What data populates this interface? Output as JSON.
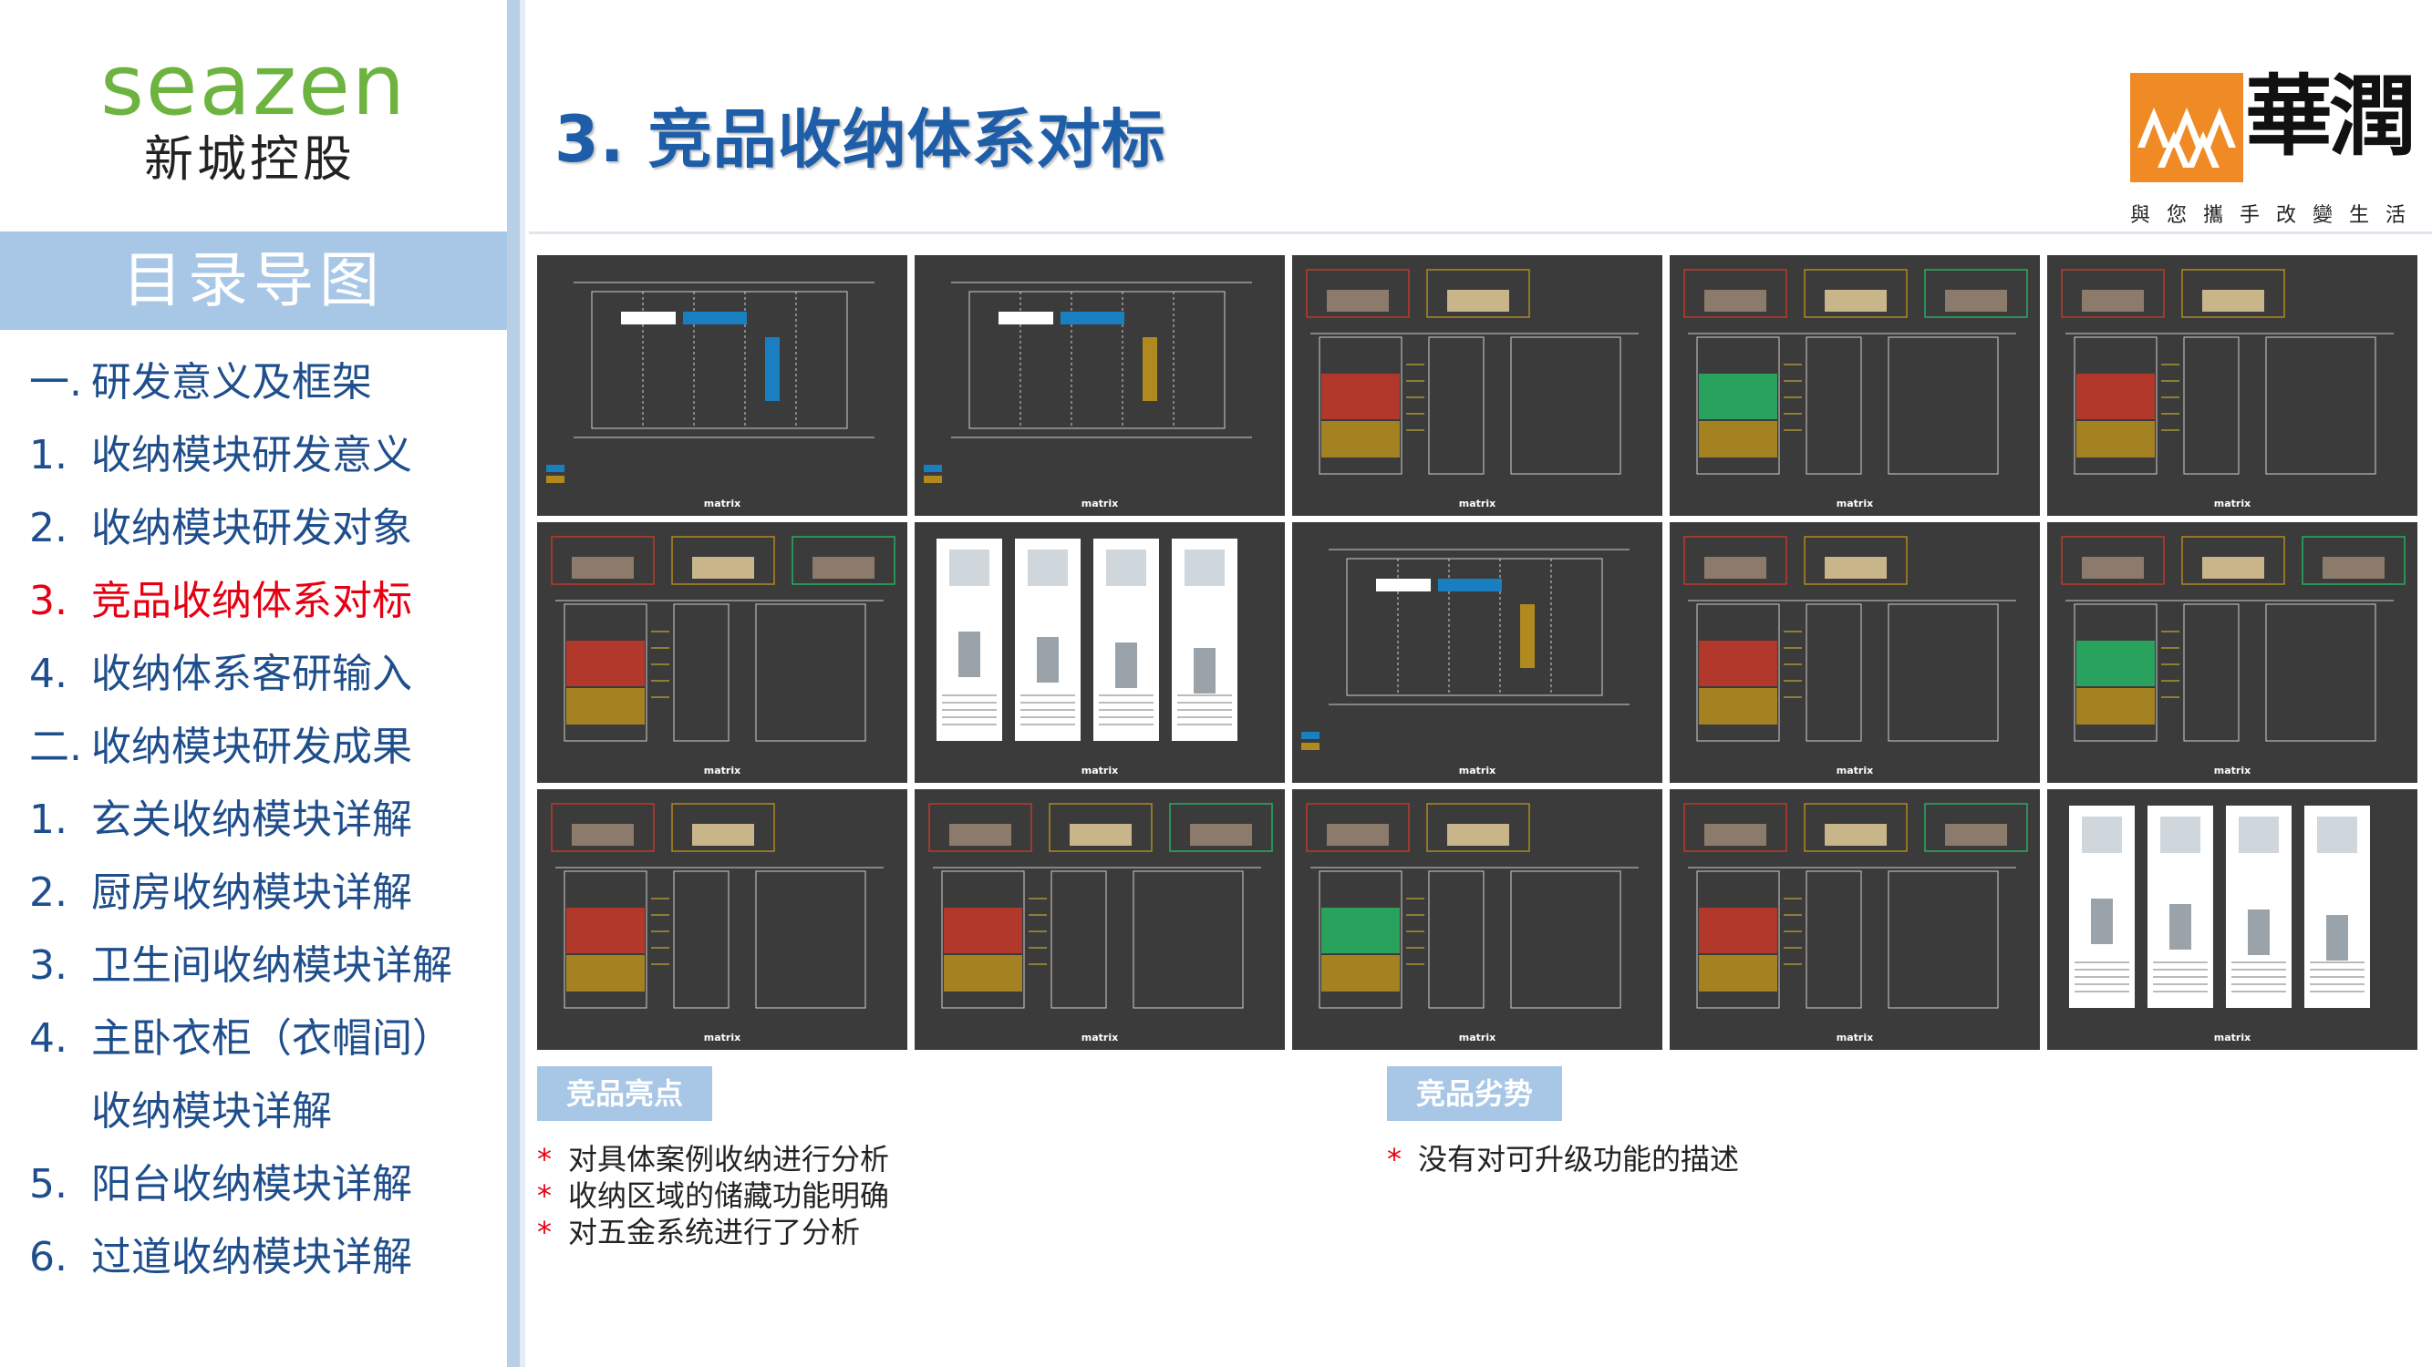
{
  "sidebar": {
    "brand_en": "seazen",
    "brand_cn": "新城控股",
    "toc_title": "目录导图",
    "items": [
      {
        "num": "一.",
        "label": "研发意义及框架",
        "active": false
      },
      {
        "num": "1.",
        "label": "收纳模块研发意义",
        "active": false
      },
      {
        "num": "2.",
        "label": "收纳模块研发对象",
        "active": false
      },
      {
        "num": "3.",
        "label": "竞品收纳体系对标",
        "active": true
      },
      {
        "num": "4.",
        "label": "收纳体系客研输入",
        "active": false
      },
      {
        "num": "二.",
        "label": "收纳模块研发成果",
        "active": false
      },
      {
        "num": "1.",
        "label": "玄关收纳模块详解",
        "active": false
      },
      {
        "num": "2.",
        "label": "厨房收纳模块详解",
        "active": false
      },
      {
        "num": "3.",
        "label": "卫生间收纳模块详解",
        "active": false
      },
      {
        "num": "4.",
        "label": "主卧衣柜（衣帽间）",
        "active": false
      },
      {
        "num": "",
        "label": "收纳模块详解",
        "active": false
      },
      {
        "num": "5.",
        "label": "阳台收纳模块详解",
        "active": false
      },
      {
        "num": "6.",
        "label": "过道收纳模块详解",
        "active": false
      }
    ]
  },
  "header": {
    "title": "3. 竞品收纳体系对标",
    "partner_logo_text": "華潤",
    "partner_slogan": "與您攜手改變生活"
  },
  "thumbnails": {
    "brand": "matrix",
    "items": [
      {
        "kind": "plan"
      },
      {
        "kind": "plan"
      },
      {
        "kind": "cabinet"
      },
      {
        "kind": "cabinet"
      },
      {
        "kind": "cabinet"
      },
      {
        "kind": "cabinet"
      },
      {
        "kind": "hardware"
      },
      {
        "kind": "plan"
      },
      {
        "kind": "cabinet"
      },
      {
        "kind": "cabinet"
      },
      {
        "kind": "cabinet"
      },
      {
        "kind": "cabinet"
      },
      {
        "kind": "cabinet"
      },
      {
        "kind": "cabinet"
      },
      {
        "kind": "hardware"
      }
    ]
  },
  "strengths": {
    "label": "竞品亮点",
    "items": [
      "对具体案例收纳进行分析",
      "收纳区域的储藏功能明确",
      "对五金系统进行了分析"
    ]
  },
  "weaknesses": {
    "label": "竞品劣势",
    "items": [
      "没有对可升级功能的描述"
    ]
  },
  "colors": {
    "accent_blue": "#1e5ea8",
    "sidebar_blue": "#a8c7e6",
    "active_red": "#e60012",
    "brand_green": "#6db33f",
    "partner_orange": "#f08a24",
    "thumb_bg": "#3b3b3b"
  }
}
